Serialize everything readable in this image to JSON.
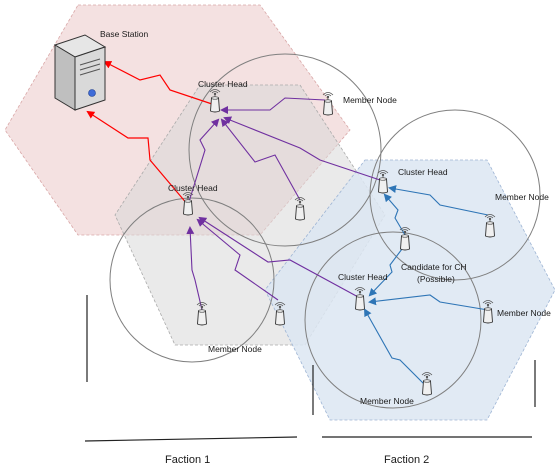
{
  "labels": {
    "base_station": "Base Station",
    "cluster_head_1": "Cluster Head",
    "cluster_head_2": "Cluster Head",
    "cluster_head_3": "Cluster Head",
    "cluster_head_4": "Cluster Head",
    "member_node_1": "Member Node",
    "member_node_2": "Member Node",
    "member_node_3": "Member Node",
    "member_node_4": "Member Node",
    "member_node_5": "Member Node",
    "candidate_line1": "Candidate for CH",
    "candidate_line2": "(Possible)",
    "faction_1": "Faction 1",
    "faction_2": "Faction 2"
  },
  "colors": {
    "faction1_hex": "#f2dcdc",
    "gray_hex": "#d9d9d9",
    "faction2_hex": "#dce6f2",
    "red_link": "#ff0000",
    "purple_link": "#7030a0",
    "blue_link": "#2e75b6",
    "circle": "#7f7f7f"
  }
}
